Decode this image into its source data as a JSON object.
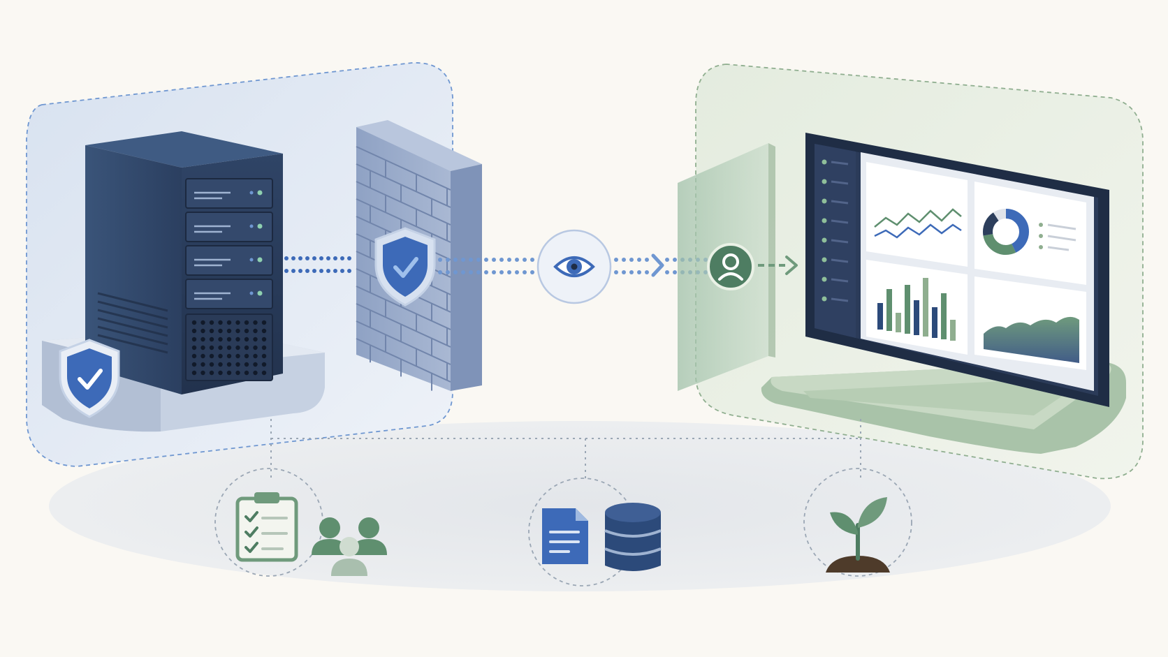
{
  "palette": {
    "background": "#faf8f3",
    "navy": "#2c3e5c",
    "navy_dark": "#1f2d45",
    "blue": "#3d6ab8",
    "blue_light": "#dfe7f2",
    "blue_dash": "#6f97d1",
    "green": "#5f8f6f",
    "green_light": "#e6ede1",
    "green_dash": "#8fae8f",
    "gray_floor": "#e9ebee",
    "soil": "#4e3b2a"
  },
  "zones": [
    {
      "id": "secure-zone",
      "color": "#dfe7f2",
      "border": "#6f97d1"
    },
    {
      "id": "access-zone",
      "color": "#e6ede1",
      "border": "#8fae8f"
    }
  ],
  "nodes": [
    {
      "id": "server",
      "icon": "server-rack-icon"
    },
    {
      "id": "server-badge",
      "icon": "shield-check-icon"
    },
    {
      "id": "firewall",
      "icon": "brick-wall-icon"
    },
    {
      "id": "firewall-badge",
      "icon": "shield-check-icon"
    },
    {
      "id": "monitor",
      "icon": "eye-icon"
    },
    {
      "id": "gateway",
      "icon": "user-avatar-icon"
    },
    {
      "id": "dashboard",
      "icon": "monitor-dashboard-icon"
    }
  ],
  "footer_groups": [
    {
      "id": "governance",
      "icons": [
        "clipboard-checklist-icon",
        "user-group-icon"
      ]
    },
    {
      "id": "data",
      "icons": [
        "document-icon",
        "database-icon"
      ]
    },
    {
      "id": "growth",
      "icons": [
        "plant-sprout-icon"
      ]
    }
  ],
  "dashboard_widgets": [
    "line-chart",
    "donut-chart",
    "bar-chart",
    "area-chart"
  ]
}
